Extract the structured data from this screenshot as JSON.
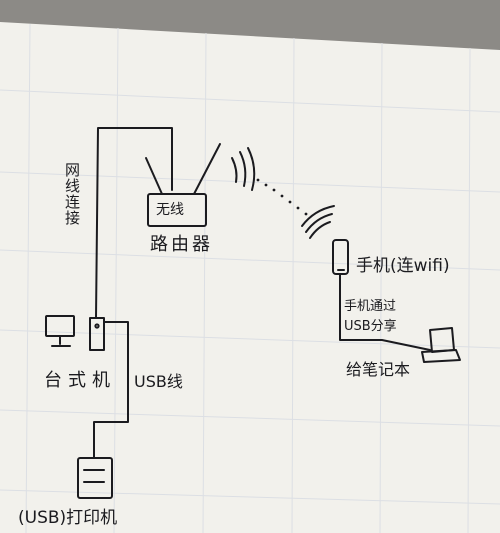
{
  "diagram": {
    "paper_color": "#f2f1ec",
    "shadow_color": "#8c8a86",
    "grid_color": "#dcdfe4",
    "ink_color": "#1b1b1f",
    "labels": {
      "cable_connection": "网线连接",
      "router_box": "无线",
      "router": "路由器",
      "phone": "手机(连wifi)",
      "phone_share_line1": "手机通过",
      "phone_share_line2": "USB分享",
      "laptop": "给笔记本",
      "desktop": "台式机",
      "usb_cable": "USB线",
      "printer": "(USB)打印机"
    },
    "icons": {
      "router": "wireless-router-icon",
      "phone": "phone-icon",
      "laptop": "laptop-icon",
      "desktop_monitor": "monitor-icon",
      "desktop_tower": "pc-tower-icon",
      "printer": "printer-icon",
      "wifi_waves": "wifi-signal-icon"
    }
  }
}
